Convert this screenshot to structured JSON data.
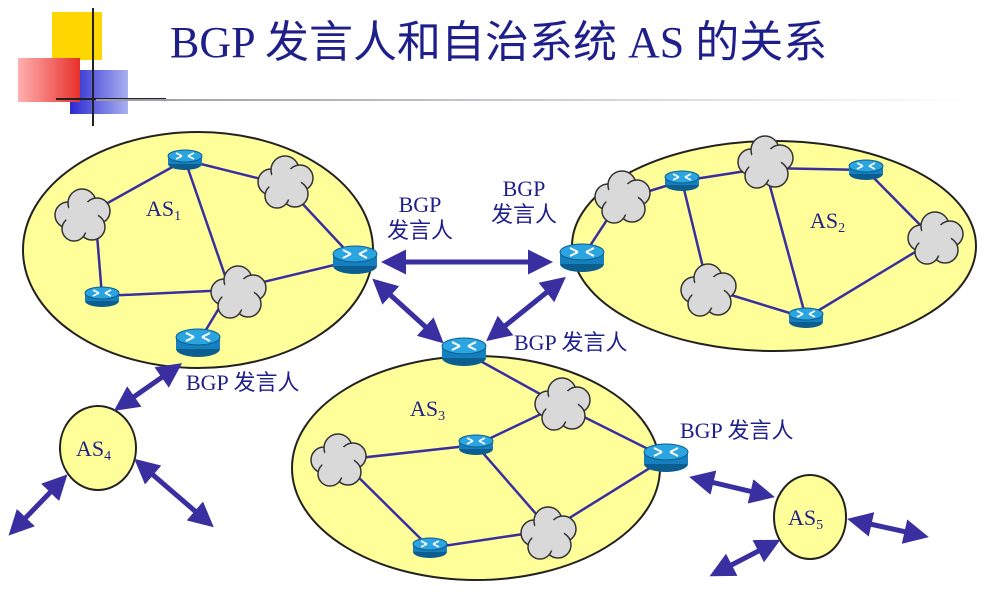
{
  "title": "BGP 发言人和自治系统 AS 的关系",
  "speaker_label": "BGP 发言人",
  "speaker_label_top": "BGP",
  "speaker_label_bottom": "发言人",
  "autonomous_systems": [
    {
      "id": "as1",
      "base": "AS",
      "sub": "1"
    },
    {
      "id": "as2",
      "base": "AS",
      "sub": "2"
    },
    {
      "id": "as3",
      "base": "AS",
      "sub": "3"
    },
    {
      "id": "as4",
      "base": "AS",
      "sub": "4"
    },
    {
      "id": "as5",
      "base": "AS",
      "sub": "5"
    }
  ],
  "colors": {
    "title": "#1f1f8c",
    "as_fill": "#ffff99",
    "link": "#3a2fa0",
    "arrow": "#3a2fa0",
    "router": "#1e90c8",
    "cloud": "#d8d8d8",
    "deco_yellow": "#ffd700",
    "deco_red": "#e8302a",
    "deco_blue": "#3333cc"
  },
  "icons": [
    "router-icon",
    "cloud-icon",
    "double-arrow-icon"
  ]
}
